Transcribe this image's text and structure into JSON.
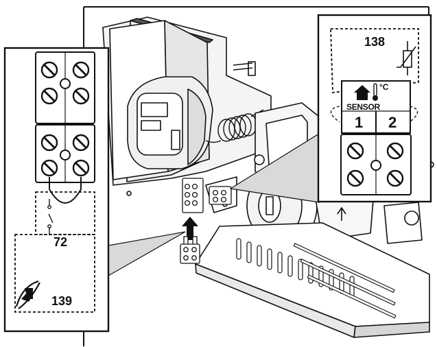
{
  "callouts": {
    "right_panel_number": "138",
    "sensor_unit": "°C",
    "sensor_word": "SENSOR",
    "terminal_left": "1",
    "terminal_right": "2",
    "left_switch_number": "72",
    "left_lower_number": "139"
  },
  "icons": [
    "house-icon",
    "thermometer-icon",
    "thermistor-symbol-icon",
    "switch-icon",
    "sensor-probe-icon",
    "screw-terminal-icon",
    "insert-arrow-icon"
  ],
  "colors": {
    "line": "#111111",
    "background": "#ffffff",
    "callout_fill": "#d9d9d9",
    "panel_grey": "#cfcfcf"
  }
}
